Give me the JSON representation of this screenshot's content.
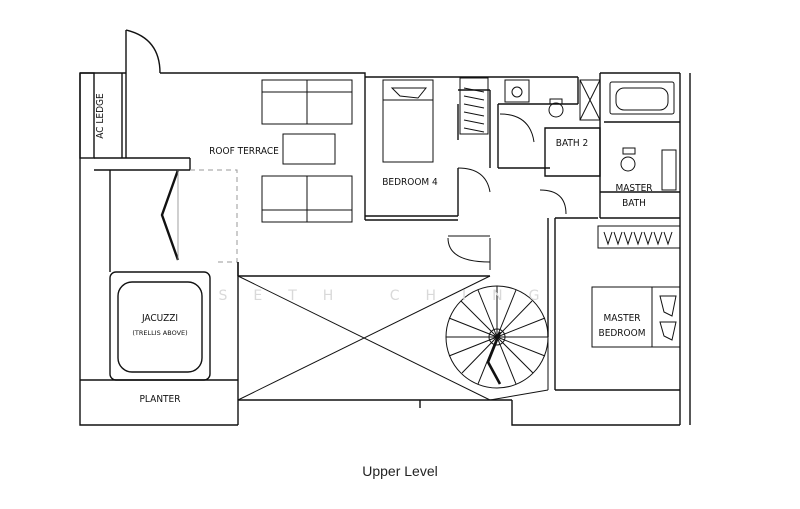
{
  "caption": "Upper Level",
  "watermark": "SETH CHING",
  "rooms": {
    "ac_ledge": "AC LEDGE",
    "roof_terrace": "ROOF TERRACE",
    "bedroom_4": "BEDROOM 4",
    "bath_2": "BATH 2",
    "master_bath_line1": "MASTER",
    "master_bath_line2": "BATH",
    "jacuzzi": "JACUZZI",
    "jacuzzi_note": "(TRELLIS ABOVE)",
    "planter": "PLANTER",
    "master_bedroom_line1": "MASTER",
    "master_bedroom_line2": "BEDROOM"
  },
  "colors": {
    "line": "#111111",
    "dashed": "#999999",
    "watermark": "#d9d9d9"
  }
}
